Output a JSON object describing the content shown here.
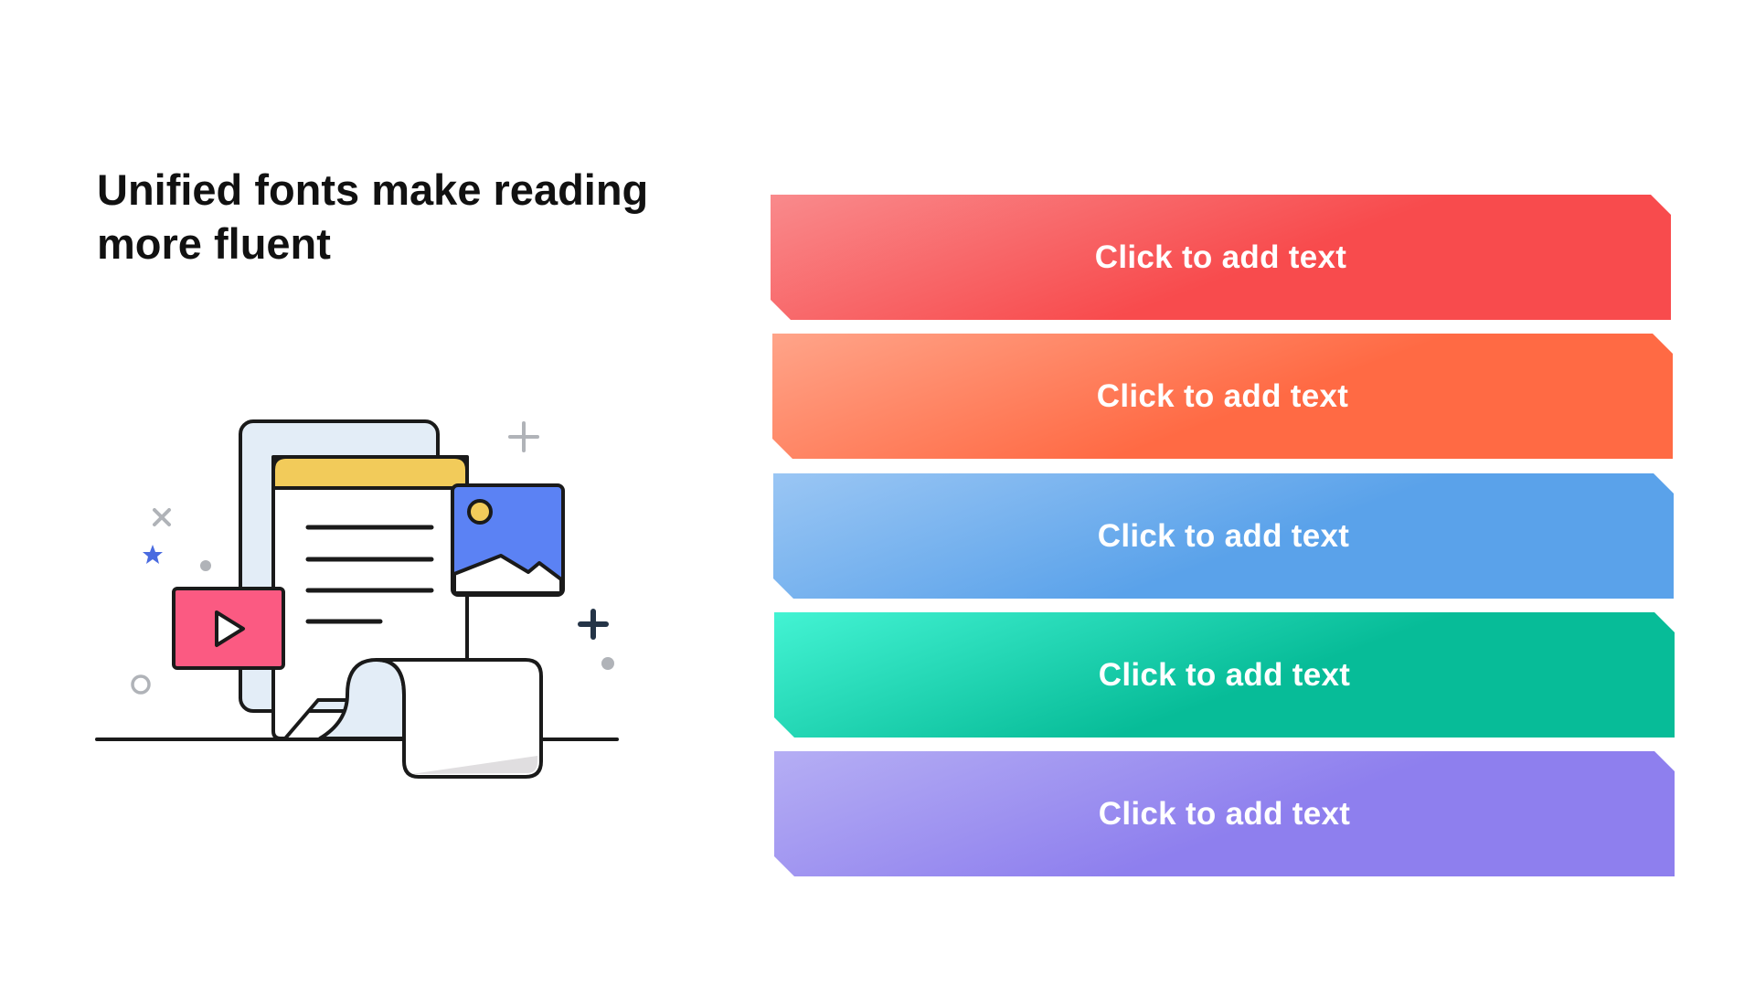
{
  "slide": {
    "title": "Unified fonts make reading more fluent"
  },
  "bars": [
    {
      "label": "Click to add text",
      "color_start": "#F98A8C",
      "color_end": "#F84B4D"
    },
    {
      "label": "Click to add text",
      "color_start": "#FFA489",
      "color_end": "#FF6A44"
    },
    {
      "label": "Click to add text",
      "color_start": "#9AC6F4",
      "color_end": "#5AA2EA"
    },
    {
      "label": "Click to add text",
      "color_start": "#43F3D3",
      "color_end": "#07BC98"
    },
    {
      "label": "Click to add text",
      "color_start": "#B5AEF4",
      "color_end": "#8E7FEE"
    }
  ],
  "illustration": {
    "icons": [
      "document-icon",
      "image-icon",
      "play-video-icon",
      "scroll-icon",
      "plus-icon",
      "close-x-icon",
      "star-icon",
      "circle-icon"
    ],
    "colors": {
      "outline": "#1a1a1a",
      "doc_back": "#E3EDF7",
      "doc_header": "#F2CB5A",
      "image_fill": "#5B82F4",
      "image_sun": "#F2CB5A",
      "video": "#FB5A82",
      "star": "#4A6BE0",
      "grey": "#B0B3B8",
      "dark_plus": "#243447",
      "scroll_shadow": "#E0DEE0"
    }
  }
}
